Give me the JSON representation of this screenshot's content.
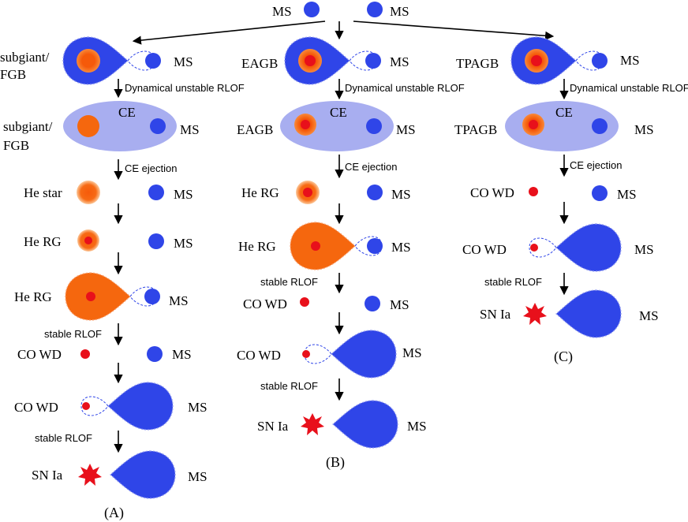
{
  "colors": {
    "ms_blue": "#2f45e8",
    "ce_envelope": "#a8aef0",
    "he_orange": "#f5670e",
    "core_red": "#e8101b",
    "sn_red": "#e8101b"
  },
  "top": {
    "left_ms": "MS",
    "right_ms": "MS"
  },
  "A": {
    "giant1": "subgiant/",
    "giant2": "FGB",
    "comp1": "MS",
    "rlof1": "Dynamical unstable RLOF",
    "ce_giant1": "subgiant/",
    "ce_giant2": "FGB",
    "ce": "CE",
    "ce_ms": "MS",
    "ce_ejection": "CE ejection",
    "he_star": "He star",
    "he_star_ms": "MS",
    "he_rg": "He RG",
    "he_rg_ms": "MS",
    "he_rg2": "He RG",
    "he_rg2_ms": "MS",
    "stable1": "stable RLOF",
    "co_wd": "CO WD",
    "co_wd_ms": "MS",
    "co_wd2": "CO WD",
    "co_wd2_ms": "MS",
    "stable2": "stable RLOF",
    "sn": "SN Ia",
    "sn_ms": "MS",
    "panel": "(A)"
  },
  "B": {
    "giant": "EAGB",
    "comp": "MS",
    "rlof1": "Dynamical unstable RLOF",
    "ce_giant": "EAGB",
    "ce": "CE",
    "ce_ms": "MS",
    "ce_ejection": "CE ejection",
    "he_rg": "He RG",
    "he_rg_ms": "MS",
    "he_rg2": "He RG",
    "he_rg2_ms": "MS",
    "stable1": "stable RLOF",
    "co_wd": "CO WD",
    "co_wd_ms": "MS",
    "co_wd2": "CO WD",
    "co_wd2_ms": "MS",
    "stable2": "stable RLOF",
    "sn": "SN Ia",
    "sn_ms": "MS",
    "panel": "(B)"
  },
  "C": {
    "giant": "TPAGB",
    "comp": "MS",
    "rlof1": "Dynamical unstable RLOF",
    "ce_giant": "TPAGB",
    "ce": "CE",
    "ce_ms": "MS",
    "ce_ejection": "CE ejection",
    "co_wd": "CO WD",
    "co_wd_ms": "MS",
    "co_wd2": "CO WD",
    "co_wd2_ms": "MS",
    "stable": "stable RLOF",
    "sn": "SN Ia",
    "sn_ms": "MS",
    "panel": "(C)"
  }
}
